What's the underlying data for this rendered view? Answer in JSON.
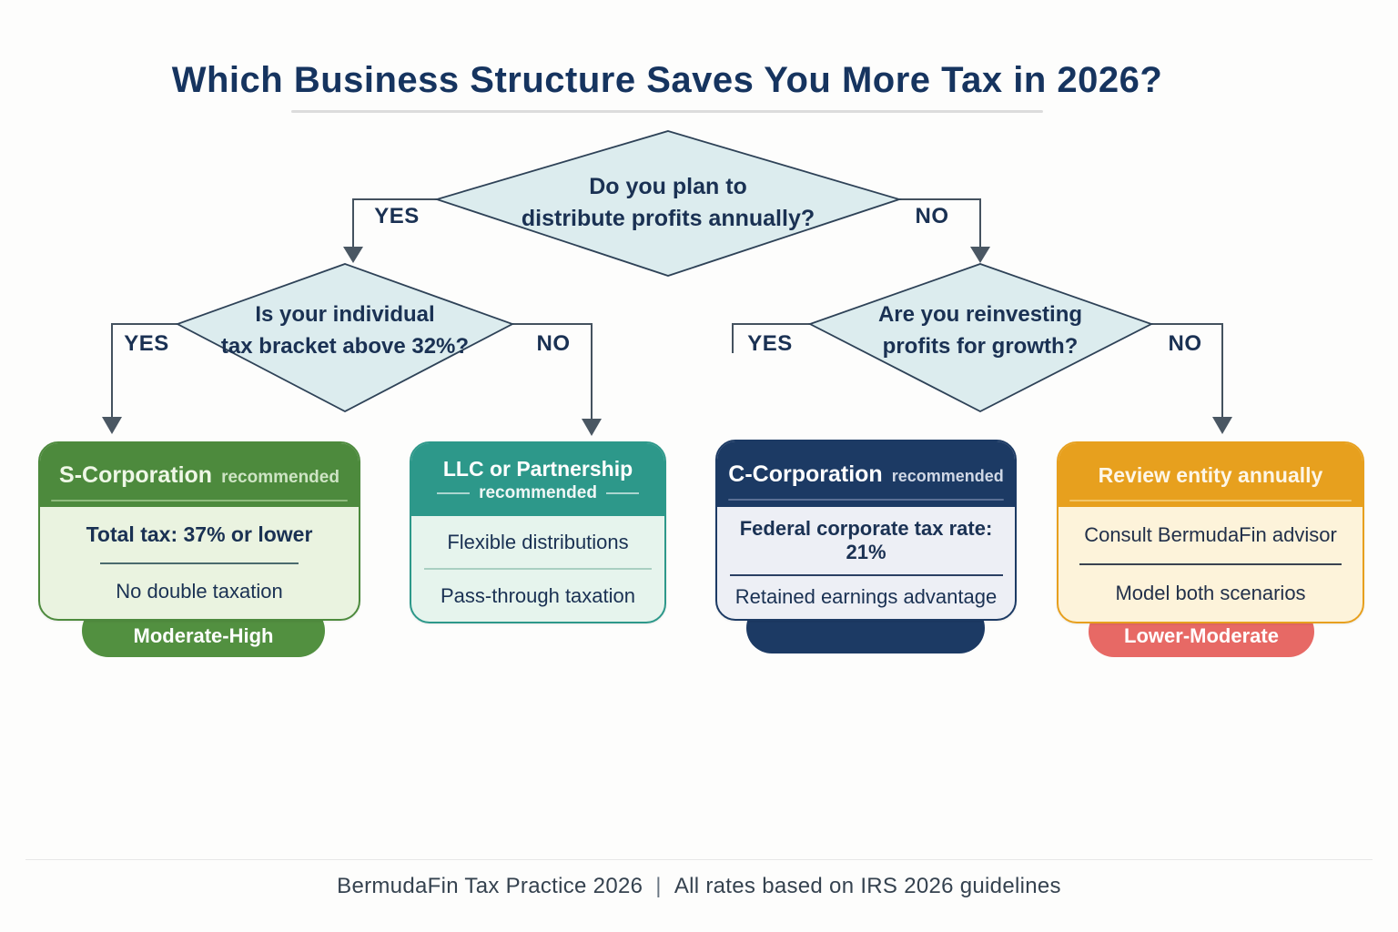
{
  "title": "Which Business Structure Saves You More Tax in 2026?",
  "diamonds": {
    "root": {
      "line1": "Do you plan to",
      "line2": "distribute profits annually?"
    },
    "left": {
      "line1": "Is your individual",
      "line2": "tax bracket above 32%?"
    },
    "right": {
      "line1": "Are you reinvesting",
      "line2": "profits for growth?"
    }
  },
  "labels": {
    "root_yes": "YES",
    "root_no": "NO",
    "left_yes": "YES",
    "left_no": "NO",
    "right_yes": "YES",
    "right_no": "NO"
  },
  "cards": [
    {
      "title": "S-Corporation",
      "tag": "recommended",
      "rows": [
        "Total tax: 37% or lower",
        "No double taxation"
      ],
      "badge": "Moderate-High"
    },
    {
      "title": "LLC or Partnership",
      "tag": "recommended",
      "rows": [
        "Flexible distributions",
        "Pass-through taxation"
      ],
      "badge": null
    },
    {
      "title": "C-Corporation",
      "tag": "recommended",
      "rows": [
        "Federal corporate tax rate: 21%",
        "Retained earnings advantage"
      ],
      "badge": ""
    },
    {
      "title": "Review entity annually",
      "tag": "",
      "rows": [
        "Consult BermudaFin advisor",
        "Model both scenarios"
      ],
      "badge": "Lower-Moderate"
    }
  ],
  "footer": {
    "practice": "BermudaFin Tax Practice 2026",
    "divider": "|",
    "note": "All rates based on IRS 2026 guidelines"
  },
  "colors": {
    "title_navy": "#16345f",
    "diamond_fill": "#dcecee",
    "diamond_border": "#2e4257",
    "connector": "#44525f",
    "green": "#4d8a3d",
    "green_body": "#eaf3e0",
    "teal": "#2d988a",
    "teal_body": "#e6f4ed",
    "navy": "#1c3a64",
    "navy_body": "#edeff5",
    "orange": "#e7a01e",
    "orange_body": "#fdf3da",
    "coral_badge": "#e76965",
    "green_badge": "#529040"
  }
}
